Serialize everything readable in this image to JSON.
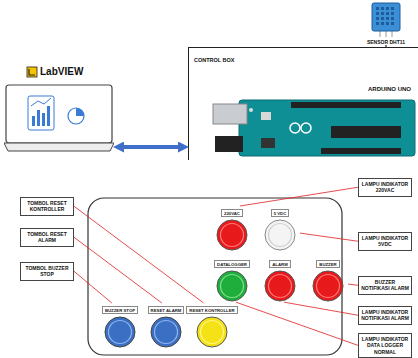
{
  "diagram": {
    "nodes": [
      {
        "text": [
          "SENSOR DHT11"
        ]
      },
      {
        "text": [
          "LabVIEW"
        ]
      },
      {
        "text": [
          "CONTROL BOX"
        ]
      },
      {
        "text": [
          "ARDUINO UNO"
        ],
        "in": 2
      },
      {
        "text": [
          "LAMPU INDIKATOR 220VAC"
        ]
      },
      {
        "text": [
          "TOMBOL RESET KONTROLLER"
        ]
      },
      {
        "text": [
          "220VAC"
        ]
      },
      {
        "text": [
          "5 VDC"
        ]
      },
      {
        "text": [
          "TOMBOL RESET ALARM"
        ]
      },
      {
        "text": [
          "LAMPU INDIKATOR 5VDC"
        ]
      },
      {
        "text": [
          "DATALOGGER"
        ]
      },
      {
        "text": [
          "ALARM"
        ]
      },
      {
        "text": [
          "BUZZER"
        ]
      },
      {
        "text": [
          "TOMBOL BUZZER STOP"
        ]
      },
      {
        "text": [
          "BUZZER NOTIFIKASI ALARM"
        ]
      },
      {
        "text": [
          "LAMPU INDIKATOR NOTIFIKASI ALARM"
        ]
      },
      {
        "text": [
          "BUZZER STOP"
        ]
      },
      {
        "text": [
          "RESET ALARM"
        ]
      },
      {
        "text": [
          "RESET KONTROLLER"
        ]
      },
      {
        "text": [
          "LAMPU INDIKATOR DATA LOGGER NORMAL"
        ]
      }
    ],
    "edges": [
      {
        "from": 1,
        "to": 2,
        "arrow": "both"
      },
      {
        "from": 0,
        "to": 2,
        "arrow": "none"
      },
      {
        "from": 5,
        "to": 18,
        "arrow": "none"
      },
      {
        "from": 8,
        "to": 17,
        "arrow": "none"
      },
      {
        "from": 13,
        "to": 16,
        "arrow": "none"
      },
      {
        "from": 4,
        "to": 6,
        "arrow": "none"
      },
      {
        "from": 9,
        "to": 7,
        "arrow": "none"
      },
      {
        "from": 14,
        "to": 12,
        "arrow": "none"
      },
      {
        "from": 15,
        "to": 11,
        "arrow": "none"
      },
      {
        "from": 19,
        "to": 10,
        "arrow": "none"
      }
    ]
  }
}
